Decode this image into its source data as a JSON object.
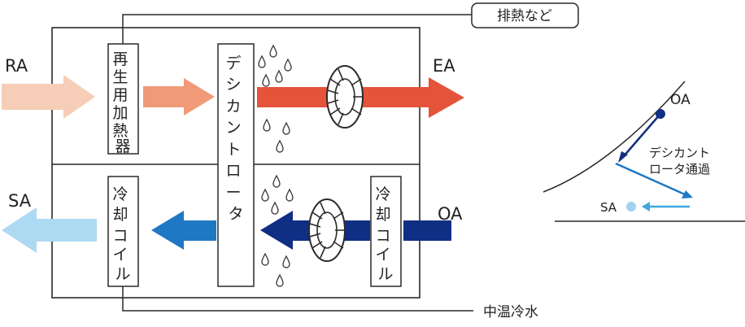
{
  "labels": {
    "ra": "RA",
    "ea": "EA",
    "sa": "SA",
    "oa": "OA",
    "exhaust_heat": "排熱など",
    "medium_temp_water": "中温冷水",
    "regen_heater": [
      "再",
      "生",
      "用",
      "加",
      "熱",
      "器"
    ],
    "desiccant_rotor": [
      "デ",
      "シ",
      "カ",
      "ン",
      "ト",
      "ロ",
      "ー",
      "タ"
    ],
    "cooling_coil_left": [
      "冷",
      "却",
      "コ",
      "イ",
      "ル"
    ],
    "cooling_coil_right": [
      "冷",
      "却",
      "コ",
      "イ",
      "ル"
    ]
  },
  "chart": {
    "oa": "OA",
    "sa": "SA",
    "note_line1": "デシカント",
    "note_line2": "ロータ通過"
  },
  "colors": {
    "ra_arrow": "#f6cdb6",
    "ra_arrow_2": "#f09a78",
    "ea_arrow": "#e5533b",
    "sa_arrow": "#aed9f3",
    "cool_arrow": "#1f78c4",
    "oa_arrow": "#102e84",
    "chart_dark": "#12307f",
    "chart_mid": "#1f78c4",
    "chart_light": "#3ea8e0",
    "chart_sa_dot": "#9fd3f0"
  }
}
